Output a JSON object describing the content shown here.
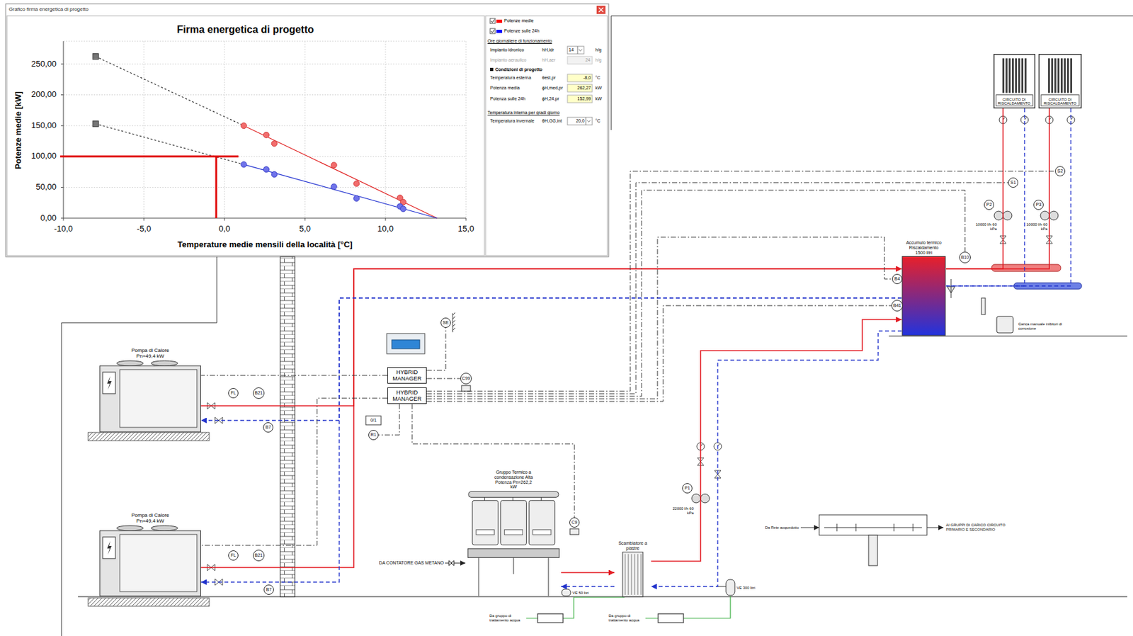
{
  "diagram": {
    "title": "Firma energetica di progetto",
    "nodes": [
      {
        "text": [
          "Pompa di Calore Pn=49,4 kW"
        ]
      },
      {
        "text": [
          "FL"
        ]
      },
      {
        "text": [
          "B21"
        ]
      },
      {
        "text": [
          "B7"
        ]
      },
      {
        "text": [
          "Pompa di Calore Pn=49,4 kW"
        ]
      },
      {
        "text": [
          "FL"
        ]
      },
      {
        "text": [
          "B21"
        ]
      },
      {
        "text": [
          "B7"
        ]
      },
      {
        "text": [
          "HYBRID MANAGER"
        ]
      },
      {
        "text": [
          "HYBRID MANAGER"
        ]
      },
      {
        "text": [
          "SE"
        ]
      },
      {
        "text": [
          "C99"
        ]
      },
      {
        "text": [
          "R1"
        ]
      },
      {
        "text": [
          "Gruppo Termico a condensazione Alta Potenza Pn=262,2 kW"
        ]
      },
      {
        "text": [
          "C9"
        ]
      },
      {
        "text": [
          "Scambiatore a piastre"
        ]
      },
      {
        "text": [
          "P1"
        ]
      },
      {
        "text": [
          "Accumulo termico Riscaldamento 1500 litri"
        ]
      },
      {
        "text": [
          "B10"
        ]
      },
      {
        "text": [
          "B4"
        ]
      },
      {
        "text": [
          "B41"
        ]
      },
      {
        "text": [
          "CIRCUITO DI RISCALDAMENTO"
        ]
      },
      {
        "text": [
          "CIRCUITO DI RISCALDAMENTO"
        ]
      },
      {
        "text": [
          "P2"
        ]
      },
      {
        "text": [
          "P3"
        ]
      },
      {
        "text": [
          "S1"
        ]
      },
      {
        "text": [
          "S2"
        ]
      }
    ],
    "edges": [
      {
        "from": 0,
        "to": 17,
        "arrow": "to"
      },
      {
        "from": 4,
        "to": 17,
        "arrow": "to"
      },
      {
        "from": 17,
        "to": 0,
        "arrow": "to"
      },
      {
        "from": 17,
        "to": 4,
        "arrow": "to"
      },
      {
        "from": 13,
        "to": 15,
        "arrow": "to"
      },
      {
        "from": 15,
        "to": 13,
        "arrow": "to"
      },
      {
        "from": 15,
        "to": 17,
        "arrow": "to"
      },
      {
        "from": 17,
        "to": 15,
        "arrow": "to"
      },
      {
        "from": 17,
        "to": 21,
        "arrow": "none"
      },
      {
        "from": 17,
        "to": 22,
        "arrow": "none"
      },
      {
        "from": 21,
        "to": 17,
        "arrow": "none"
      },
      {
        "from": 22,
        "to": 17,
        "arrow": "none"
      },
      {
        "from": 8,
        "to": 0,
        "arrow": "none"
      },
      {
        "from": 9,
        "to": 4,
        "arrow": "none"
      },
      {
        "from": 8,
        "to": 10,
        "arrow": "none"
      },
      {
        "from": 8,
        "to": 11,
        "arrow": "none"
      },
      {
        "from": 9,
        "to": 26,
        "arrow": "none"
      },
      {
        "from": 9,
        "to": 25,
        "arrow": "none"
      },
      {
        "from": 9,
        "to": 18,
        "arrow": "none"
      },
      {
        "from": 9,
        "to": 19,
        "arrow": "none"
      },
      {
        "from": 9,
        "to": 20,
        "arrow": "none"
      },
      {
        "from": 9,
        "to": 14,
        "arrow": "none"
      },
      {
        "from": 9,
        "to": 12,
        "arrow": "none"
      }
    ],
    "labels": [
      "Grafico firma energetica di progetto",
      "250,00",
      "200,00",
      "150,00",
      "100,00",
      "50,00",
      "0,00",
      "Potenze medie [kW]",
      "-10,0",
      "-5,0",
      "0,0",
      "5,0",
      "10,0",
      "15,0",
      "Temperature medie mensili della località [°C]",
      "Ore giornaliere di funzionamento",
      "Impianto idronico",
      "hH,idr",
      "14",
      "h/g",
      "Impianto aeraulico",
      "hH,aer",
      "24",
      "h/g",
      "Condizioni di progetto",
      "Temperatura esterna",
      "θest,pr",
      "-8,0",
      "°C",
      "Potenza media",
      "ϕH,med,pr",
      "262,27",
      "kW",
      "Potenza sulle 24h",
      "ϕH,24,pr",
      "152,99",
      "kW",
      "Temperatura interna per gradi giorno",
      "Temperatura invernale",
      "θH,GG,int",
      "20,0",
      "°C",
      "0/1",
      "DA CONTATORE GAS METANO",
      "VE 50 litri",
      "VE 300 litri",
      "22000 l/h 60 kPa",
      "10000 l/h 60 kPa",
      "10000 l/h 60 kPa",
      "Carica manuale inibitori di corrosione",
      "Da Rete acquedotto",
      "AI GRUPPI DI CARICO CIRCUITO PRIMARIO E SECONDARIO",
      "Da gruppo di trattamento acqua",
      "Da gruppo di trattamento acqua"
    ],
    "legend": [
      {
        "text": "Potenze medie",
        "color": "#ff0000"
      },
      {
        "text": "Potenze sulle 24h",
        "color": "#0000ff"
      }
    ]
  }
}
